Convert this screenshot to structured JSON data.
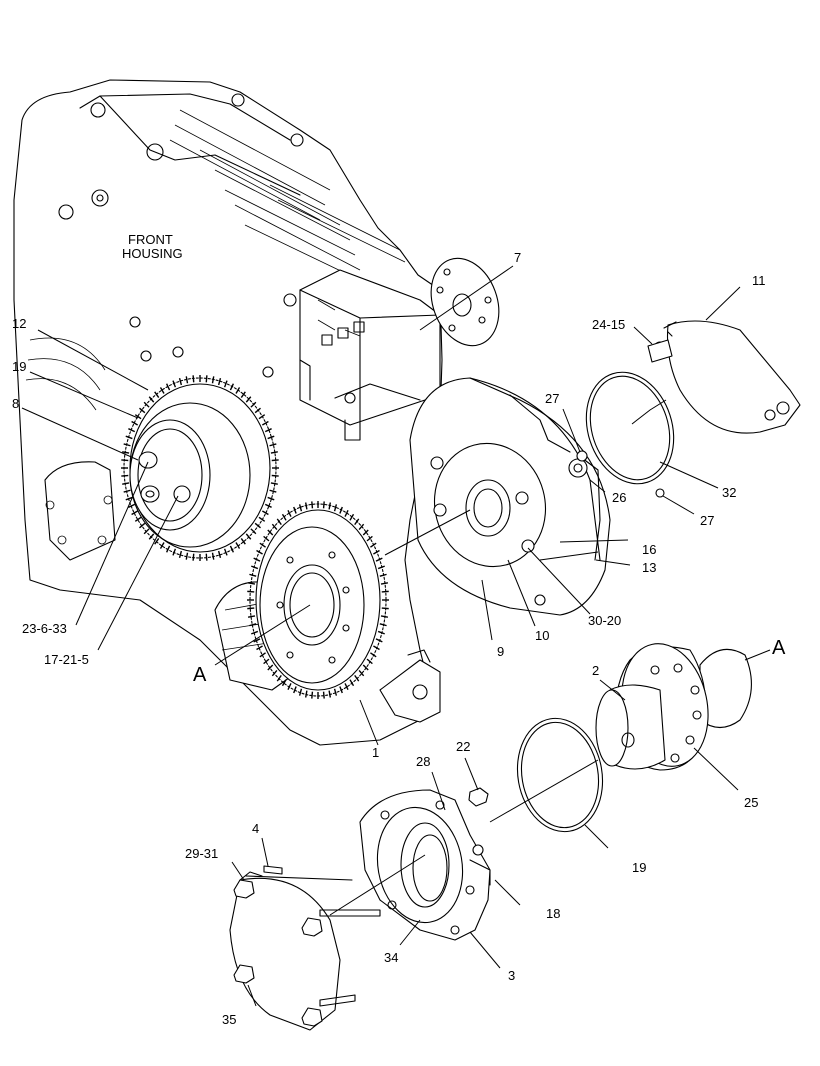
{
  "diagram": {
    "front_housing": [
      "FRONT",
      "HOUSING"
    ],
    "section_markers": [
      "A",
      "A"
    ],
    "callouts": [
      "1",
      "2",
      "3",
      "4",
      "7",
      "8",
      "9",
      "10",
      "11",
      "12",
      "13",
      "16",
      "17-21-5",
      "18",
      "19",
      "19",
      "22",
      "23-6-33",
      "24-15",
      "25",
      "26",
      "27",
      "27",
      "28",
      "29-31",
      "30-20",
      "32",
      "34",
      "35"
    ]
  }
}
